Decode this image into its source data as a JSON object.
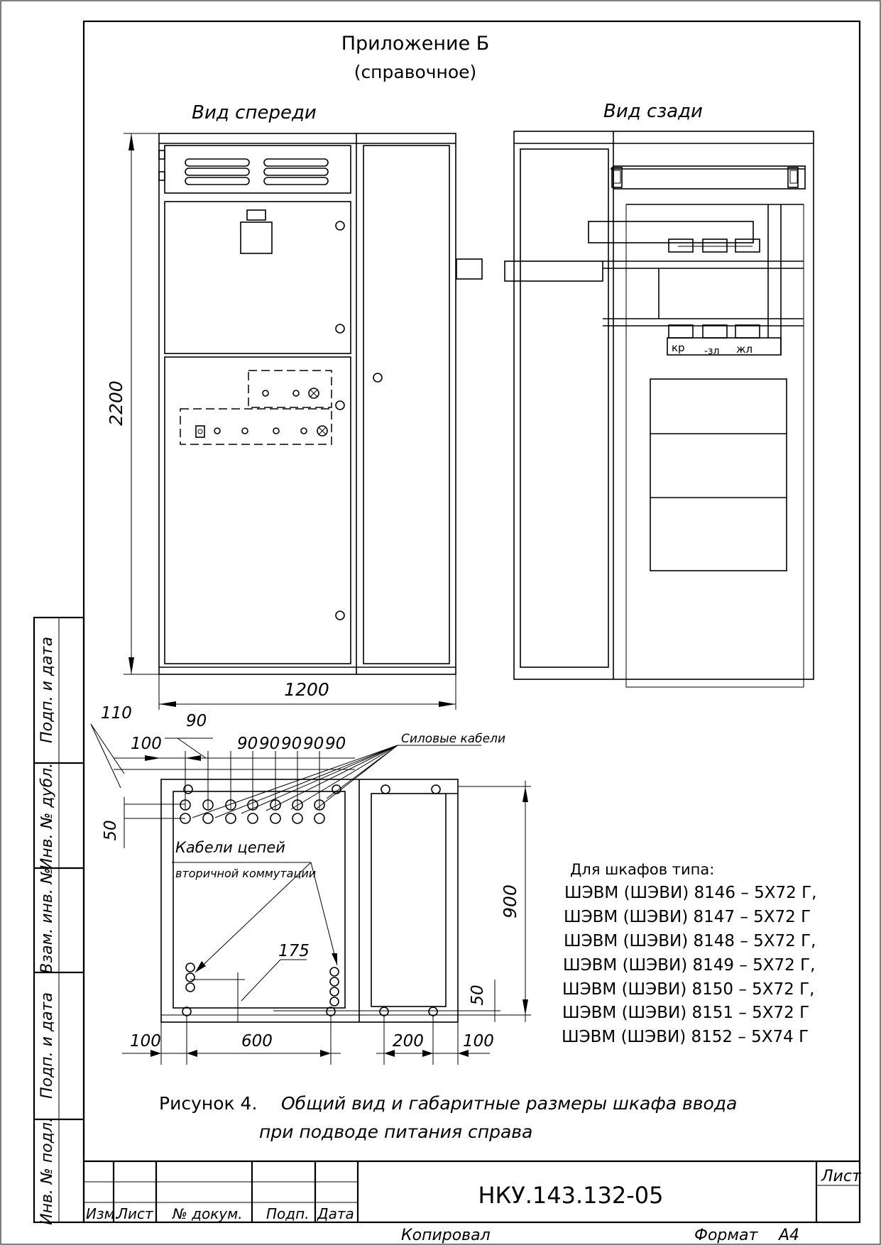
{
  "appendix": {
    "title": "Приложение Б",
    "subtitle": "(справочное)"
  },
  "views": {
    "front": "Вид спереди",
    "back": "Вид сзади"
  },
  "dimensions": {
    "height": "2200",
    "width": "1200",
    "d110": "110",
    "d90": "90",
    "d100": "100",
    "d_series": [
      "90",
      "90",
      "90",
      "90",
      "90"
    ],
    "d50_left": "50",
    "d900": "900",
    "d175": "175",
    "d50_right": "50",
    "d100_bottom_left": "100",
    "d600": "600",
    "d200": "200",
    "d100_bottom_right": "100"
  },
  "labels": {
    "power_cables": "Силовые кабели",
    "secondary_cables_1": "Кабели цепей",
    "secondary_cables_2": "вторичной коммутации",
    "phase_kr": "кр",
    "phase_zl": "-зл",
    "phase_zhl": "жл"
  },
  "applicability": {
    "header": "Для шкафов типа:",
    "items": [
      "ШЭВМ (ШЭВИ) 8146 – 5Х72 Г,",
      "ШЭВМ (ШЭВИ) 8147 – 5Х72 Г",
      "ШЭВМ (ШЭВИ) 8148 – 5Х72 Г,",
      "ШЭВМ (ШЭВИ) 8149 – 5Х72 Г,",
      "ШЭВМ (ШЭВИ) 8150 – 5Х72 Г,",
      "ШЭВМ (ШЭВИ) 8151 – 5Х72 Г",
      "ШЭВМ (ШЭВИ) 8152 – 5Х74 Г"
    ]
  },
  "caption": {
    "number": "Рисунок 4.",
    "line1": "Общий вид и габаритные размеры шкафа ввода",
    "line2": "при подводе питания справа"
  },
  "side_stamp": [
    "Подп. и дата",
    "Инв. № дубл.",
    "Взам. инв. №",
    "Подп. и дата",
    "Инв. № подл."
  ],
  "title_block": {
    "document_code": "НКУ.143.132-05",
    "sheet_label": "Лист",
    "columns": [
      "Изм.",
      "Лист",
      "№ докум.",
      "Подп.",
      "Дата"
    ]
  },
  "footer": {
    "copied": "Копировал",
    "format_label": "Формат",
    "format_value": "А4"
  }
}
